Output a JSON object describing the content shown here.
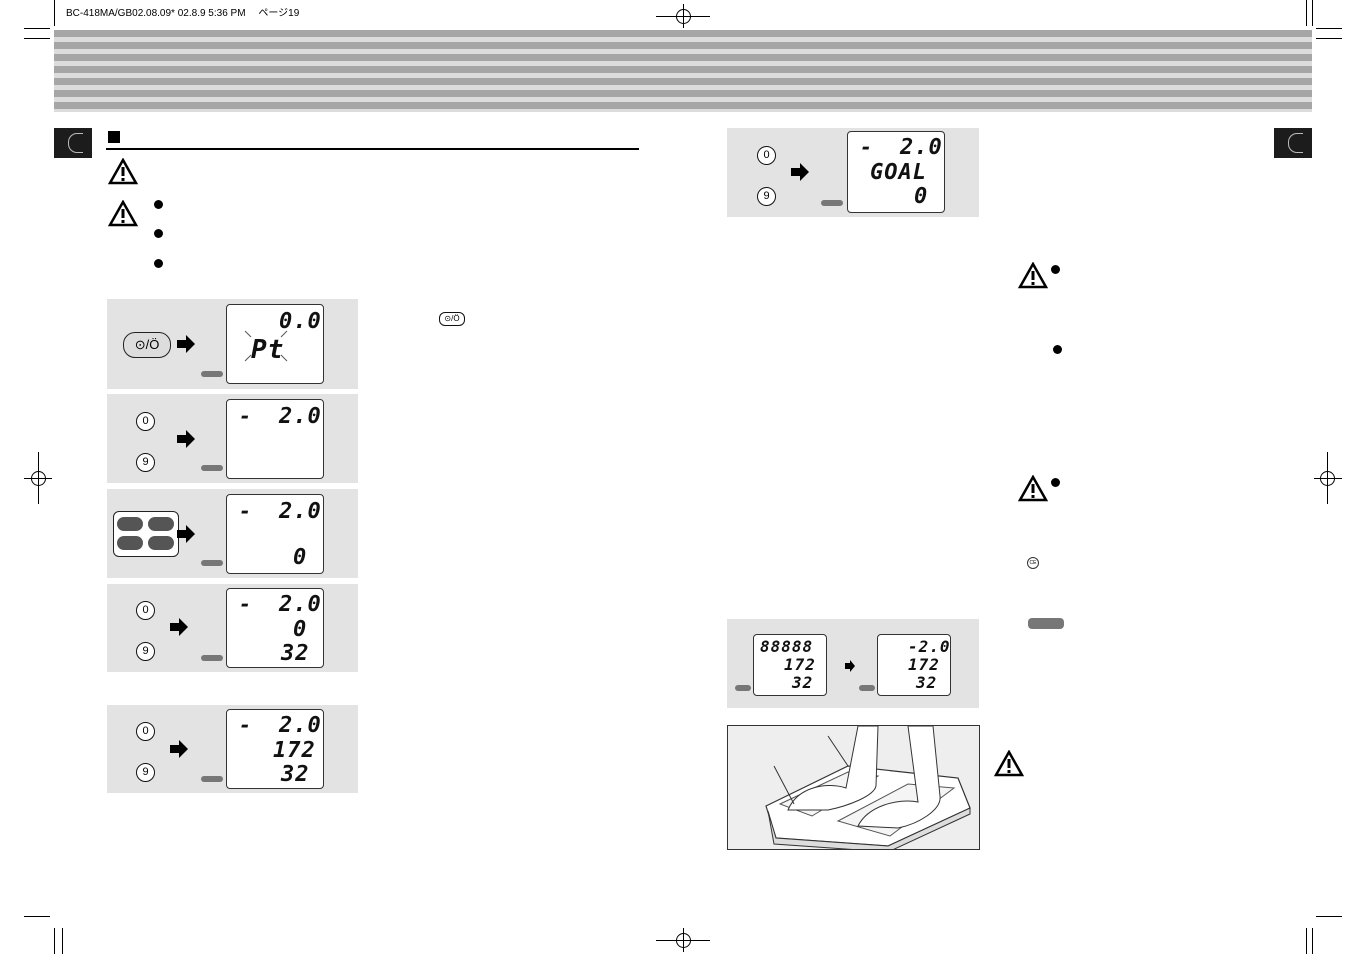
{
  "print_header": "BC-418MA/GB02.08.09* 02.8.9 5:36 PM　 ページ19",
  "displays": {
    "d1_top": "0.0",
    "d1_mid": "Pt",
    "d2_minus": "-",
    "d2_top": "2.0",
    "d3_minus": "-",
    "d3_top": "2.0",
    "d3_bottom": "0",
    "d4_minus": "-",
    "d4_top": "2.0",
    "d4_mid": "0",
    "d4_bottom": "32",
    "d5_minus": "-",
    "d5_top": "2.0",
    "d5_mid": "172",
    "d5_bottom": "32",
    "goal_minus": "-",
    "goal_top": "2.0",
    "goal_mid": "GOAL",
    "goal_bottom": "0",
    "test_top": "88888",
    "test_mid": "172",
    "test_bottom": "32",
    "final_top": "-2.0",
    "final_mid": "172",
    "final_bottom": "32"
  },
  "keys": {
    "zero": "0",
    "nine": "9",
    "power": "⊙/Ö",
    "small_power": "⊙/Ö",
    "ce": "CE"
  },
  "icons": {
    "warning": "warning-triangle-icon",
    "arrow": "right-arrow-icon",
    "bullet": "bullet-icon"
  }
}
